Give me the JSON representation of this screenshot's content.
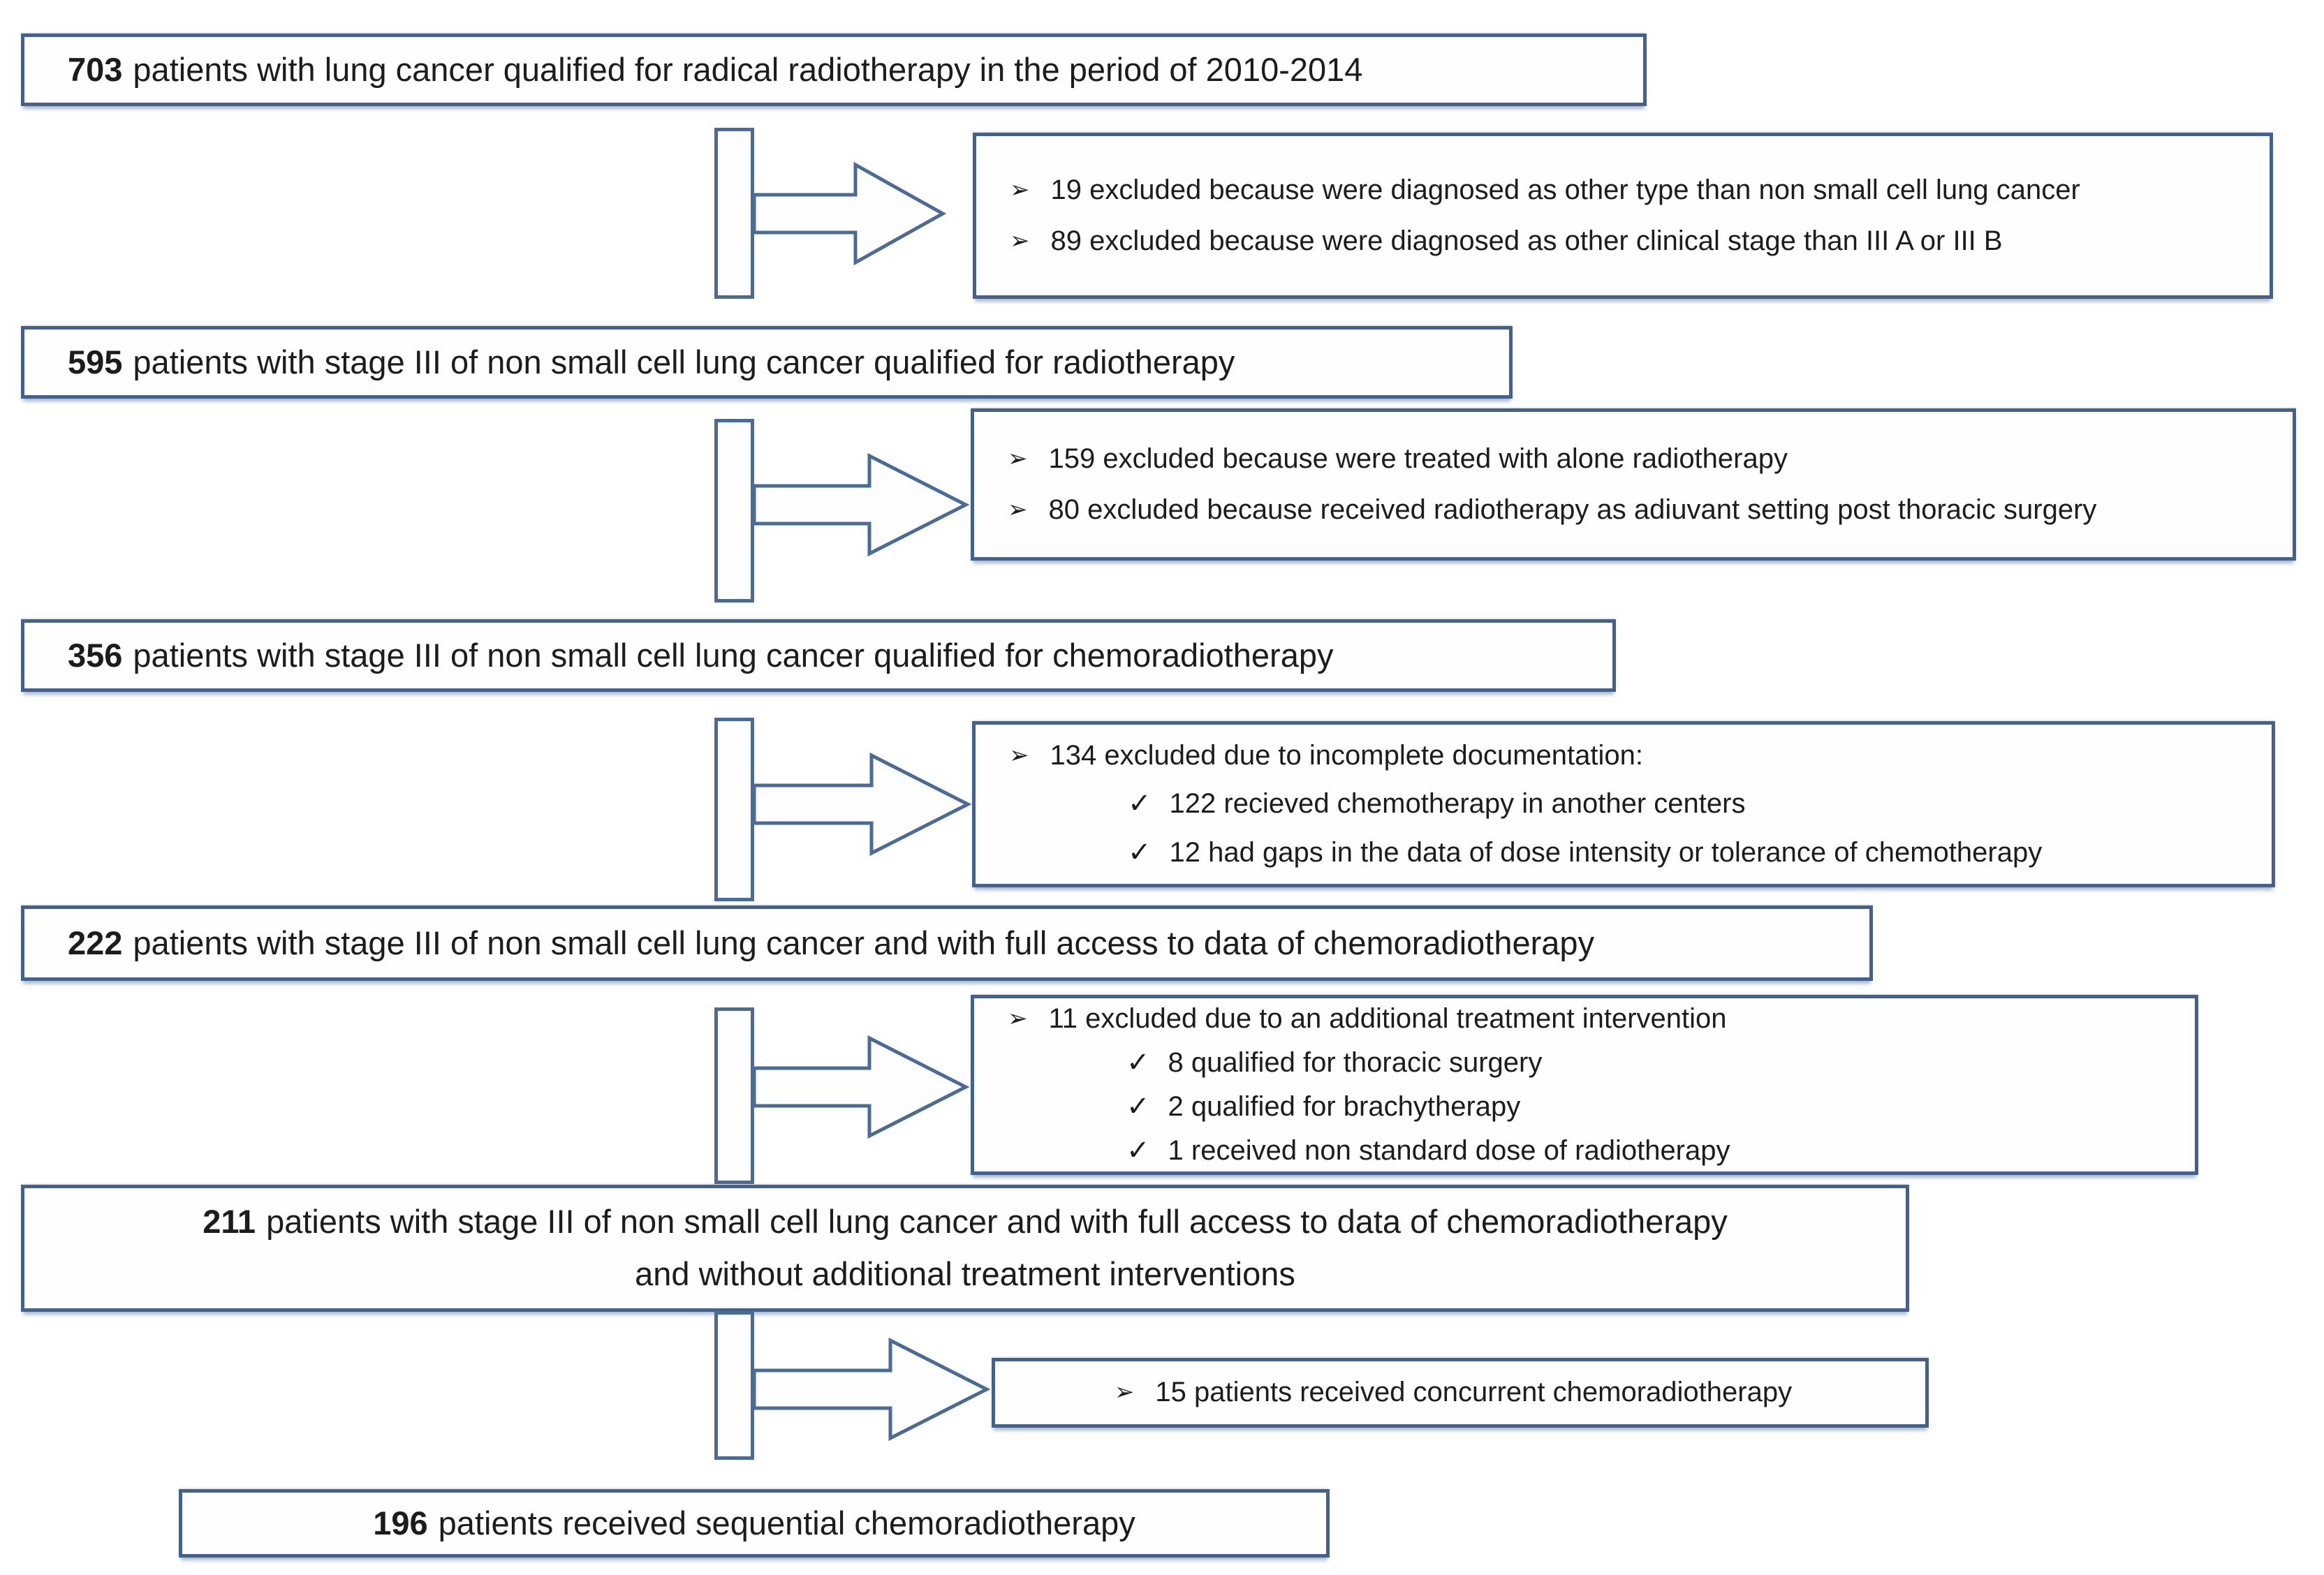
{
  "icons": {
    "bullet": "➢",
    "check": "✓"
  },
  "colors": {
    "box_border": "#44618b",
    "arrow_outline": "#4a6b96",
    "text": "#1c1c1c"
  },
  "main_boxes": [
    {
      "count": "703",
      "text": "patients with lung cancer qualified for radical radiotherapy in the period of 2010-2014"
    },
    {
      "count": "595",
      "text": "patients with stage III of non small cell lung cancer qualified for radiotherapy"
    },
    {
      "count": "356",
      "text": "patients with stage III of non small cell lung cancer qualified for chemoradiotherapy"
    },
    {
      "count": "222",
      "text": "patients with stage III of non small cell lung cancer and with full access to data of chemoradiotherapy"
    },
    {
      "count": "211",
      "text": "patients with stage III of non small cell lung cancer and with full access to data of chemoradiotherapy",
      "text2": "and without additional treatment interventions"
    },
    {
      "count": "196",
      "text": "patients received sequential chemoradiotherapy"
    }
  ],
  "exclusion_boxes": [
    {
      "bullets": [
        "19 excluded  because were diagnosed as other type than non small cell lung cancer",
        "89 excluded because were diagnosed as other clinical stage than III A or III B"
      ]
    },
    {
      "bullets": [
        "159 excluded because were treated with alone radiotherapy",
        "80 excluded because received radiotherapy as adiuvant setting post thoracic surgery"
      ]
    },
    {
      "bullets": [
        "134 excluded due to incomplete documentation:"
      ],
      "checks": [
        "122 recieved chemotherapy in another centers",
        "12 had gaps in the data of dose intensity or tolerance of chemotherapy"
      ]
    },
    {
      "bullets": [
        "11 excluded due to an additional treatment intervention"
      ],
      "checks": [
        "8 qualified for thoracic surgery",
        "2 qualified for brachytherapy",
        "1 received non standard dose of radiotherapy"
      ]
    },
    {
      "bullets": [
        "15 patients received concurrent chemoradiotherapy"
      ]
    }
  ]
}
